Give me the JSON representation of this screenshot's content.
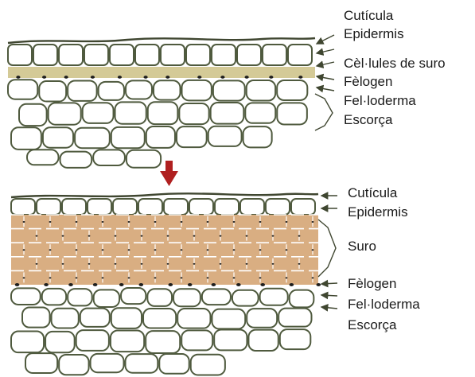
{
  "colors": {
    "cell_wall": "#4f5a3e",
    "cell_fill": "#ffffff",
    "cuticle": "#3f4630",
    "band_top": "#cfc48c",
    "cork": "#d9ae82",
    "phellogen_nuclei": "#1e1e1e",
    "arrow": "#b02020",
    "label_text": "#1a1a1a"
  },
  "top_section": {
    "labels": [
      "Cutícula",
      "Epidermis",
      "Cèl·lules de suro",
      "Fèlogen",
      "Fel·loderma",
      "Escorça"
    ]
  },
  "bottom_section": {
    "labels": [
      "Cutícula",
      "Epidermis",
      "Suro",
      "Fèlogen",
      "Fel·loderma",
      "Escorça"
    ]
  },
  "transition_arrow": {
    "icon": "down-arrow-icon",
    "color": "#b02020"
  }
}
